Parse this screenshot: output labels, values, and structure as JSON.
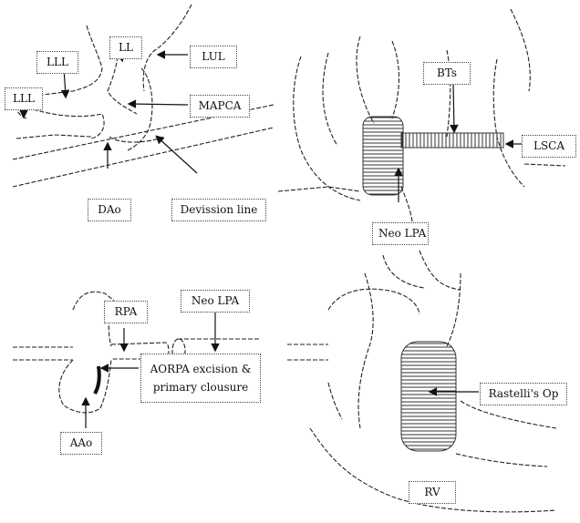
{
  "labels": {
    "lll_upper": "LLL",
    "ll": "LL",
    "lul": "LUL",
    "lll_lower": "LLL",
    "mapca": "MAPCA",
    "dao": "DAo",
    "devision_line": "Devission line",
    "bts": "BTs",
    "lsca": "LSCA",
    "neo_lpa_top": "Neo LPA",
    "rpa": "RPA",
    "neo_lpa_bottom": "Neo LPA",
    "aorpa_line1": "AORPA excision &",
    "aorpa_line2": "primary clousure",
    "aao": "AAo",
    "rastelli": "Rastelli's Op",
    "rv": "RV"
  },
  "colors": {
    "ink": "#111111",
    "hatch": "#333333"
  }
}
